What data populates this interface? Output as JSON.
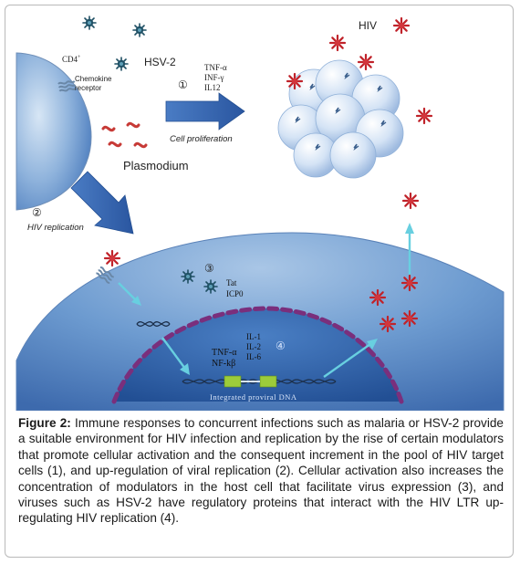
{
  "labels": {
    "cd4": "CD4",
    "cd4_sup": "+",
    "chemokine_line1": "Chemokine",
    "chemokine_line2": "receptor",
    "hsv2": "HSV-2",
    "hiv": "HIV",
    "step1": "①",
    "cytokines_top": [
      "TNF-α",
      "INF-γ",
      "IL12"
    ],
    "cell_proliferation": "Cell proliferation",
    "plasmodium": "Plasmodium",
    "step2": "②",
    "hiv_replication": "HIV replication",
    "step3": "③",
    "viral_proteins": [
      "Tat",
      "ICP0"
    ],
    "step4": "④",
    "nuclear_cytokines": [
      "IL-1",
      "IL-2",
      "IL-6"
    ],
    "tnf_alpha": "TNF-α",
    "nf_kb": "NF-kβ",
    "integrated_dna": "Integrated proviral DNA"
  },
  "caption": {
    "label": "Figure 2:",
    "text": " Immune responses to concurrent infections such as malaria or HSV-2 provide a suitable environment for HIV infection and replication by the rise of certain modulators that promote cellular activation and the consequent increment in the pool of HIV target cells (1), and up-regulation of viral replication (2). Cellular activation also increases the concentration of modulators in the host cell that facilitate virus expression (3), and viruses such as HSV-2 have regulatory proteins that interact with the HIV LTR up-regulating HIV replication (4)."
  },
  "colors": {
    "cell_blue": "#5b8fc8",
    "nucleus_blue": "#3f6fb0",
    "nuclear_membrane": "#7a2f7c",
    "arrow_blue": "#2f5fa8",
    "hiv_red": "#c0232a",
    "plasmodium_red": "#c73a36",
    "hsv_teal": "#1f4f63",
    "cyan_arrow": "#68cfe0",
    "gene_green": "#9ccc3a"
  }
}
